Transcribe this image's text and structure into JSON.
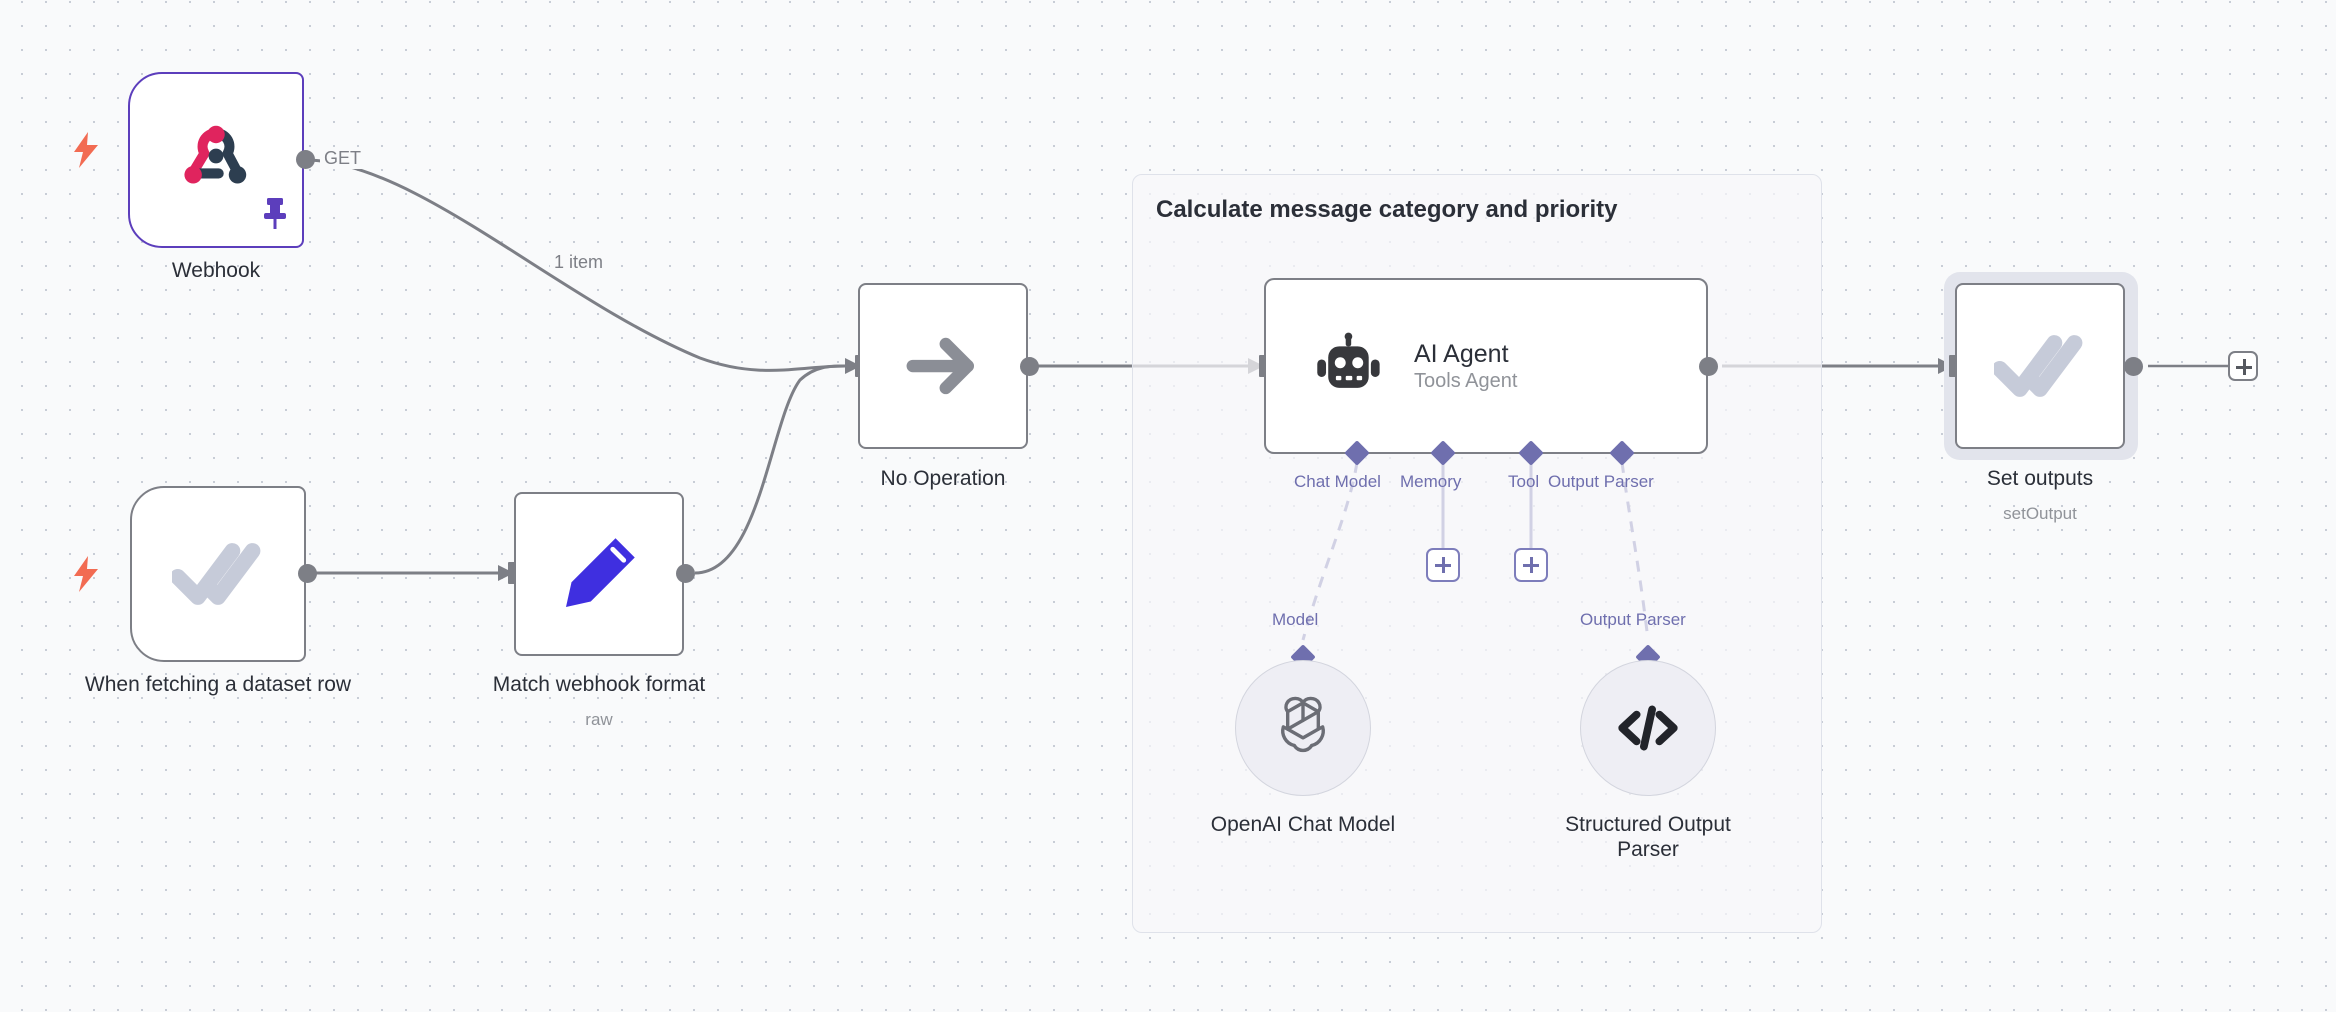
{
  "app": {
    "name": "n8n-workflow-canvas",
    "background_color": "#f9fafb",
    "grid_dot_color": "#c8cdd6"
  },
  "colors": {
    "node_border": "#7d7f86",
    "node_border_active": "#5c3ebc",
    "trigger_bolt": "#f26b52",
    "edge": "#7d7f86",
    "ai_connector": "#6f6fae",
    "set_node_icon": "#c6cbd9",
    "edit_node_icon": "#3f2fe0",
    "webhook_icon_pink": "#e0245e",
    "webhook_icon_dark": "#2d3e50",
    "selection_halo": "#e2e4ec"
  },
  "nodes": [
    {
      "id": "webhook",
      "label": "Webhook",
      "sublabel": "",
      "icon": "webhook-icon",
      "kind": "trigger",
      "has_bolt": true,
      "has_pin": true,
      "selected_border": true,
      "output_label": "GET"
    },
    {
      "id": "when-fetching-dataset-row",
      "label": "When fetching a dataset row",
      "sublabel": "",
      "icon": "double-check-icon",
      "kind": "trigger",
      "has_bolt": true,
      "has_pin": false,
      "selected_border": false,
      "output_label": ""
    },
    {
      "id": "match-webhook-format",
      "label": "Match webhook format",
      "sublabel": "raw",
      "icon": "pencil-icon",
      "kind": "action",
      "has_bolt": false,
      "has_pin": false,
      "selected_border": false,
      "output_label": ""
    },
    {
      "id": "no-operation",
      "label": "No Operation",
      "sublabel": "",
      "icon": "arrow-right-icon",
      "kind": "action",
      "has_bolt": false,
      "has_pin": false,
      "selected_border": false,
      "output_label": ""
    },
    {
      "id": "ai-agent",
      "label": "AI Agent",
      "sublabel": "Tools Agent",
      "icon": "robot-icon",
      "kind": "agent",
      "has_bolt": false,
      "has_pin": false,
      "selected_border": false,
      "output_label": ""
    },
    {
      "id": "set-outputs",
      "label": "Set outputs",
      "sublabel": "setOutput",
      "icon": "double-check-icon",
      "kind": "action",
      "has_bolt": false,
      "has_pin": false,
      "selected_border": false,
      "selected": true,
      "output_label": ""
    }
  ],
  "subnodes": [
    {
      "id": "openai-chat-model",
      "label": "OpenAI Chat Model",
      "icon": "openai-icon",
      "connector_label": "Model"
    },
    {
      "id": "structured-output-parser",
      "label": "Structured Output\nParser",
      "icon": "code-brackets-icon",
      "connector_label": "Output Parser"
    }
  ],
  "agent_ports": [
    {
      "id": "chat-model",
      "label": "Chat Model",
      "style": "dashed",
      "connected": true
    },
    {
      "id": "memory",
      "label": "Memory",
      "style": "solid",
      "connected": false
    },
    {
      "id": "tool",
      "label": "Tool",
      "style": "solid",
      "connected": false
    },
    {
      "id": "output-parser",
      "label": "Output Parser",
      "style": "dashed",
      "connected": true
    }
  ],
  "group": {
    "title": "Calculate message category and priority"
  },
  "edges": [
    {
      "from": "webhook",
      "to": "no-operation",
      "label": "1 item",
      "method_label": "GET"
    },
    {
      "from": "when-fetching-dataset-row",
      "to": "match-webhook-format",
      "label": ""
    },
    {
      "from": "match-webhook-format",
      "to": "no-operation",
      "label": ""
    },
    {
      "from": "no-operation",
      "to": "ai-agent",
      "label": ""
    },
    {
      "from": "ai-agent",
      "to": "set-outputs",
      "label": ""
    }
  ],
  "buttons": {
    "add_after_set_outputs": "+",
    "add_memory": "+",
    "add_tool": "+"
  }
}
